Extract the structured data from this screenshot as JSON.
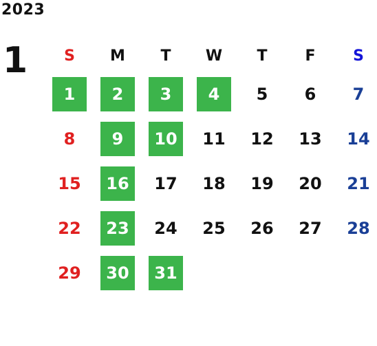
{
  "calendar": {
    "year": "2023",
    "month": "1",
    "weekdays": [
      "S",
      "M",
      "T",
      "W",
      "T",
      "F",
      "S"
    ],
    "weeks": [
      [
        {
          "day": "1",
          "highlighted": true
        },
        {
          "day": "2",
          "highlighted": true
        },
        {
          "day": "3",
          "highlighted": true
        },
        {
          "day": "4",
          "highlighted": true
        },
        {
          "day": "5",
          "highlighted": false
        },
        {
          "day": "6",
          "highlighted": false
        },
        {
          "day": "7",
          "highlighted": false
        }
      ],
      [
        {
          "day": "8",
          "highlighted": false
        },
        {
          "day": "9",
          "highlighted": true
        },
        {
          "day": "10",
          "highlighted": true
        },
        {
          "day": "11",
          "highlighted": false
        },
        {
          "day": "12",
          "highlighted": false
        },
        {
          "day": "13",
          "highlighted": false
        },
        {
          "day": "14",
          "highlighted": false
        }
      ],
      [
        {
          "day": "15",
          "highlighted": false
        },
        {
          "day": "16",
          "highlighted": true
        },
        {
          "day": "17",
          "highlighted": false
        },
        {
          "day": "18",
          "highlighted": false
        },
        {
          "day": "19",
          "highlighted": false
        },
        {
          "day": "20",
          "highlighted": false
        },
        {
          "day": "21",
          "highlighted": false
        }
      ],
      [
        {
          "day": "22",
          "highlighted": false
        },
        {
          "day": "23",
          "highlighted": true
        },
        {
          "day": "24",
          "highlighted": false
        },
        {
          "day": "25",
          "highlighted": false
        },
        {
          "day": "26",
          "highlighted": false
        },
        {
          "day": "27",
          "highlighted": false
        },
        {
          "day": "28",
          "highlighted": false
        }
      ],
      [
        {
          "day": "29",
          "highlighted": false
        },
        {
          "day": "30",
          "highlighted": true
        },
        {
          "day": "31",
          "highlighted": true
        },
        {
          "day": "",
          "highlighted": false
        },
        {
          "day": "",
          "highlighted": false
        },
        {
          "day": "",
          "highlighted": false
        },
        {
          "day": "",
          "highlighted": false
        }
      ]
    ]
  },
  "colors": {
    "highlight": "#3cb44b",
    "sunday": "#e02020",
    "saturday": "#1a3f96",
    "saturday_header": "#1414d8",
    "text": "#111111"
  }
}
